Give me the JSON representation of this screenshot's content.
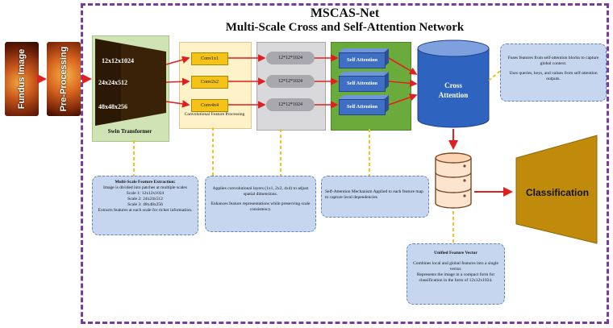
{
  "title": "MSCAS-Net",
  "subtitle": "Multi-Scale Cross and Self-Attention Network",
  "inputs": {
    "fundus_label": "Fundus Image",
    "preprocessing_label": "Pre-Processing"
  },
  "swin": {
    "label": "Swin Transformer",
    "scales": [
      "12x12x1024",
      "24x24x512",
      "48x48x256"
    ]
  },
  "conv": {
    "boxes": [
      "Conv1x1",
      "Conv2x2",
      "Conv4x4"
    ],
    "label": "Convolutional Feature Processing"
  },
  "features": [
    "12*12*1024",
    "12*12*1024",
    "12*12*1024"
  ],
  "self_attention": [
    "Self Attention",
    "Self Attention",
    "Self Attention"
  ],
  "cross_attention": {
    "line1": "Cross",
    "line2": "Attention"
  },
  "classification": "Classification",
  "notes": {
    "multiscale": [
      "Multi-Scale Feature Extraction:",
      "Image is divided into patches at multiple scales",
      "Scale 1: 12x12x1024",
      "Scale 2: 24x24x512",
      "Scale 3: 48x48x256",
      "Extracts features at each scale for richer information."
    ],
    "conv": [
      "Applies convolutional layers (1x1, 2x2, 4x4) to adjust spatial dimensions.",
      "Enhances feature representations while preserving scale consistency."
    ],
    "self_attention": "Self-Attention Mechanism Applied to each feature map to capture local dependencies",
    "cross_attention": [
      "Fuses features from self-attention blocks to capture global context.",
      "Uses queries, keys, and values from self-attention outputs."
    ],
    "unified": [
      "Unified Feature Vector",
      "Combines local and global features into a single vector.",
      "Represents the image in a compact form for classification in the form of 12x12x1024."
    ]
  },
  "colors": {
    "frame": "#7b3aa0",
    "arrow": "#e02020",
    "connector": "#f2c41c",
    "swin_dark": "#3a2208",
    "conv_box": "#f5c318",
    "self_attention": "#3f6fc3",
    "cross_attention": "#2f63c0",
    "classifier": "#c08a0a",
    "note_bg": "#c6d6ef"
  }
}
